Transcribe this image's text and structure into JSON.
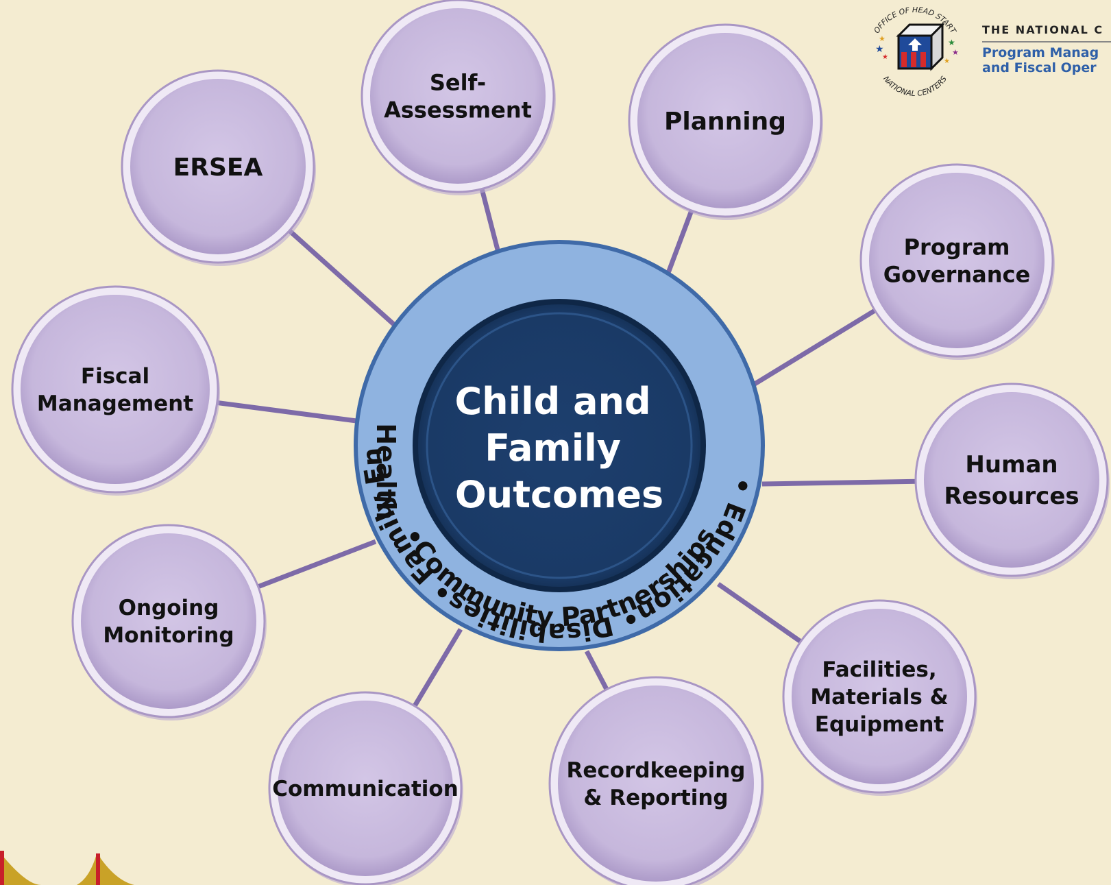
{
  "center": {
    "lines": [
      "Child and",
      "Family",
      "Outcomes"
    ]
  },
  "ring": {
    "items": [
      "Education",
      "Disabilities",
      "Family Engagement",
      "Community Partnerships",
      "Health"
    ]
  },
  "nodes": [
    {
      "id": "ersea",
      "lines": [
        "ERSEA"
      ]
    },
    {
      "id": "self-assessment",
      "lines": [
        "Self-",
        "Assessment"
      ]
    },
    {
      "id": "planning",
      "lines": [
        "Planning"
      ]
    },
    {
      "id": "program-governance",
      "lines": [
        "Program",
        "Governance"
      ]
    },
    {
      "id": "human-resources",
      "lines": [
        "Human",
        "Resources"
      ]
    },
    {
      "id": "facilities",
      "lines": [
        "Facilities,",
        "Materials &",
        "Equipment"
      ]
    },
    {
      "id": "recordkeeping",
      "lines": [
        "Recordkeeping",
        "& Reporting"
      ]
    },
    {
      "id": "communication",
      "lines": [
        "Communication"
      ]
    },
    {
      "id": "ongoing-monitoring",
      "lines": [
        "Ongoing",
        "Monitoring"
      ]
    },
    {
      "id": "fiscal-management",
      "lines": [
        "Fiscal",
        "Management"
      ]
    }
  ],
  "logo": {
    "seal_text": "OFFICE OF HEAD START NATIONAL CENTERS",
    "org_top": "THE NATIONAL C",
    "org_name_lines": [
      "Program Manag",
      "and Fiscal Oper"
    ]
  },
  "colors": {
    "background": "#f4ecd1",
    "node_fill": "#cbbcdf",
    "connector": "#7d6aa8",
    "ring_fill": "#8fb3e0",
    "center_fill": "#1a3a66"
  }
}
